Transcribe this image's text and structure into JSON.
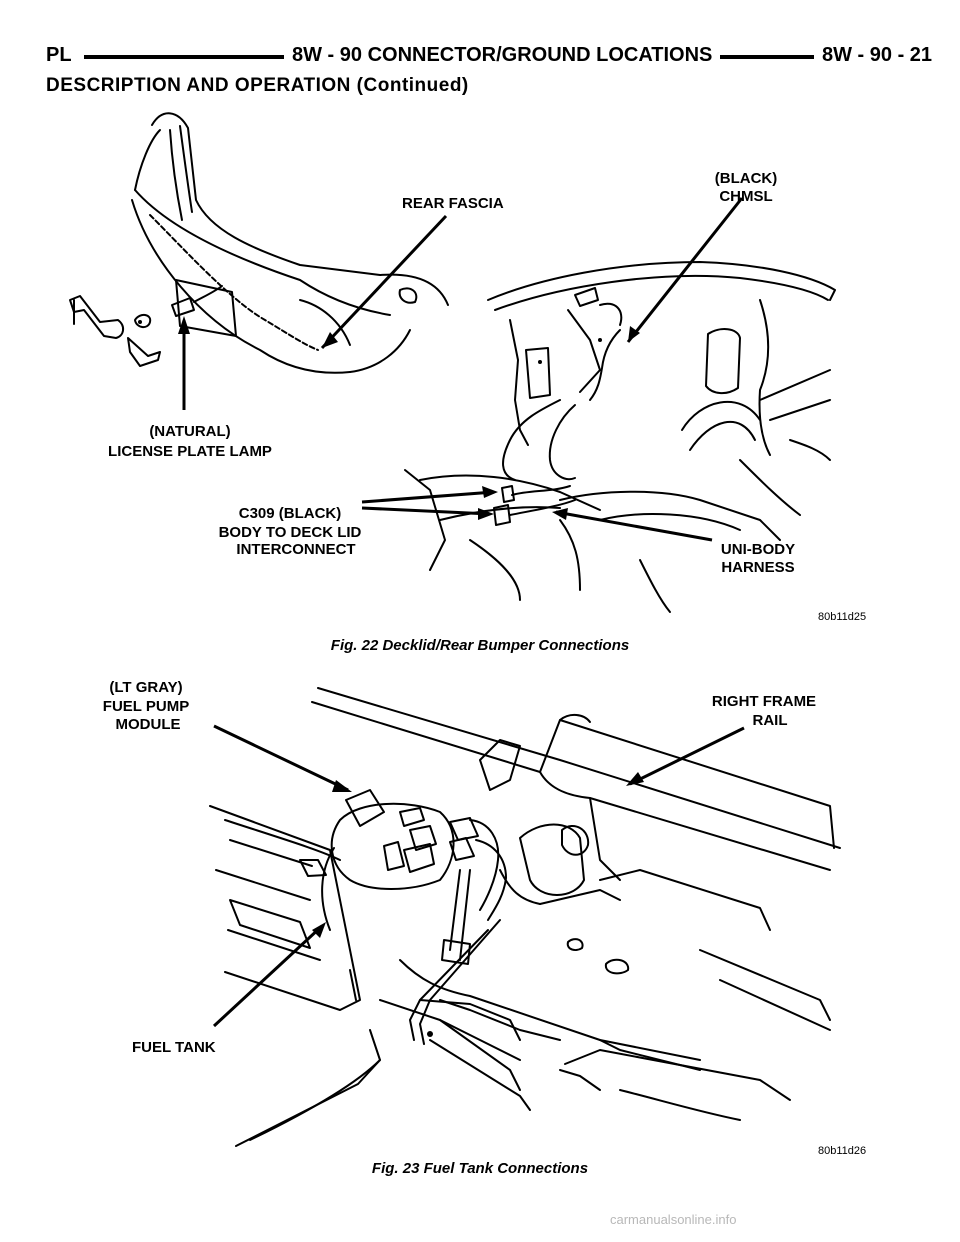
{
  "header": {
    "left": "PL",
    "center": "8W - 90 CONNECTOR/GROUND LOCATIONS",
    "right": "8W - 90 - 21"
  },
  "section_title": "DESCRIPTION AND OPERATION (Continued)",
  "figure22": {
    "labels": {
      "rear_fascia": "REAR FASCIA",
      "chmsl_line1": "(BLACK)",
      "chmsl_line2": "CHMSL",
      "license_line1": "(NATURAL)",
      "license_line2": "LICENSE PLATE LAMP",
      "c309_line1": "C309 (BLACK)",
      "c309_line2": "BODY TO DECK LID",
      "c309_line3": "INTERCONNECT",
      "unibody_line1": "UNI-BODY",
      "unibody_line2": "HARNESS"
    },
    "code": "80b11d25",
    "caption": "Fig. 22 Decklid/Rear Bumper Connections"
  },
  "figure23": {
    "labels": {
      "pump_line1": "(LT GRAY)",
      "pump_line2": "FUEL PUMP",
      "pump_line3": "MODULE",
      "rail_line1": "RIGHT FRAME",
      "rail_line2": "RAIL",
      "fuel_tank": "FUEL TANK"
    },
    "code": "80b11d26",
    "caption": "Fig. 23 Fuel Tank Connections"
  },
  "watermark": "carmanualsonline.info"
}
